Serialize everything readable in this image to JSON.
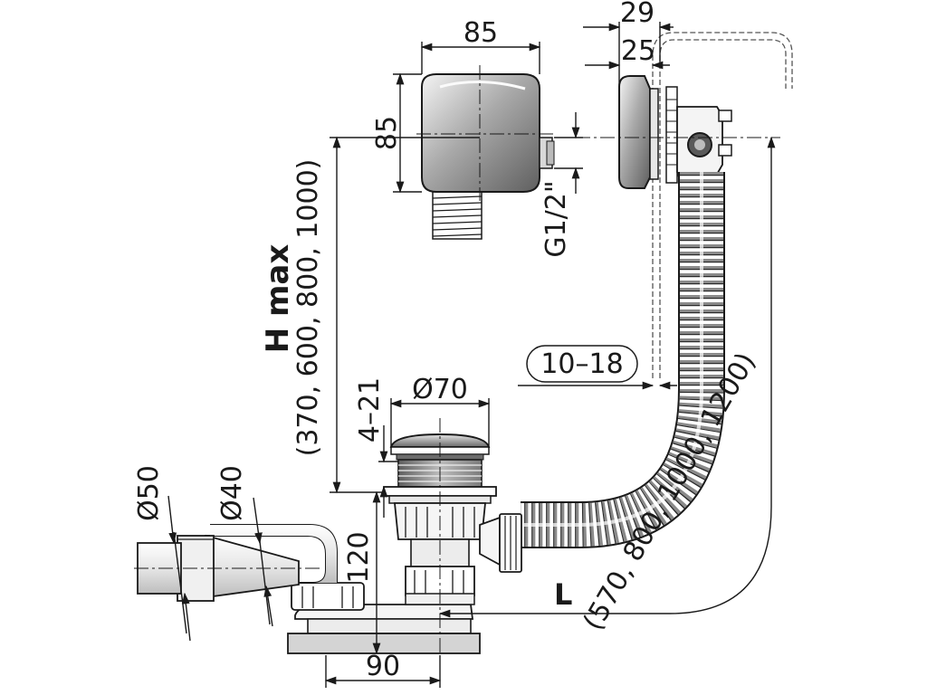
{
  "dimensions": {
    "width_85": "85",
    "height_85": "85",
    "d29": "29",
    "d25": "25",
    "thread": "G1/2\"",
    "wall_range": "10–18",
    "dia70": "Ø70",
    "range_4_21": "4–21",
    "dia50": "Ø50",
    "dia40": "Ø40",
    "h120": "120",
    "w90": "90"
  },
  "labels": {
    "h_max": "H max",
    "h_values": "(370, 600, 800, 1000)",
    "l_label": "L",
    "l_values": "(570, 800, 1000, 1200)"
  },
  "colors": {
    "line": "#1a1a1a",
    "metal_dark": "#6e6e6e",
    "metal_light": "#e0e0e0",
    "plastic": "#f2f2f2",
    "hose_light": "#cfcfcf"
  }
}
